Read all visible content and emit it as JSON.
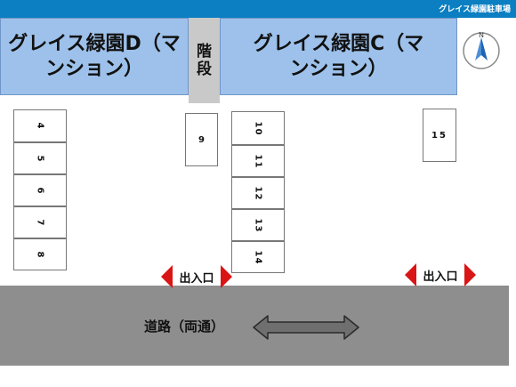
{
  "header": {
    "title": "グレイス緑園駐車場"
  },
  "buildings": {
    "d": "グレイス緑園D（マンション）",
    "c": "グレイス緑園C（マンション）",
    "stairs": [
      "階",
      "段"
    ]
  },
  "compass": {
    "label": "N"
  },
  "spaces": [
    "4",
    "5",
    "6",
    "7",
    "8",
    "9",
    "10",
    "11",
    "12",
    "13",
    "14",
    "15"
  ],
  "entrances": [
    "出入口",
    "出入口"
  ],
  "road": {
    "label": "道路（両通）"
  },
  "colors": {
    "header": "#0b7fc1",
    "building": "#9dc1ea",
    "road": "#8e8e8e",
    "entrance": "#d91515",
    "compass": "#1e64b4"
  }
}
